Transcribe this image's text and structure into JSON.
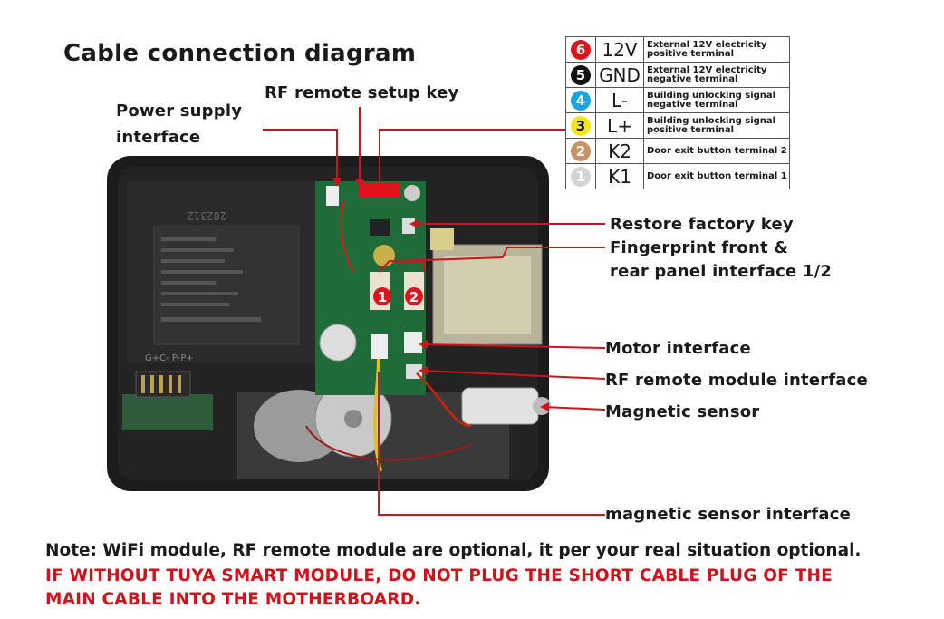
{
  "title": "Cable connection diagram",
  "callouts": {
    "power_supply_line1": "Power supply",
    "power_supply_line2": "interface",
    "rf_setup_key": "RF remote setup key",
    "restore_factory": "Restore factory key",
    "fingerprint_line1": "Fingerprint front &",
    "fingerprint_line2": "rear panel interface 1/2",
    "motor": "Motor interface",
    "rf_module": "RF remote module interface",
    "magnetic_sensor": "Magnetic sensor",
    "magnetic_sensor_interface": "magnetic sensor interface"
  },
  "terminals": [
    {
      "num": "6",
      "color": "#e0121b",
      "text_color": "#ffffff",
      "code": "12V",
      "desc1": "External 12V electricity",
      "desc2": "positive terminal"
    },
    {
      "num": "5",
      "color": "#111111",
      "text_color": "#ffffff",
      "code": "GND",
      "desc1": "External 12V electricity",
      "desc2": "negative terminal"
    },
    {
      "num": "4",
      "color": "#1aa3e0",
      "text_color": "#ffffff",
      "code": "L-",
      "desc1": "Building unlocking signal",
      "desc2": "negative terminal"
    },
    {
      "num": "3",
      "color": "#f5e51a",
      "text_color": "#111111",
      "code": "L+",
      "desc1": "Building unlocking signal",
      "desc2": "positive terminal"
    },
    {
      "num": "2",
      "color": "#c79265",
      "text_color": "#ffffff",
      "code": "K2",
      "desc1": "Door exit button terminal 2",
      "desc2": ""
    },
    {
      "num": "1",
      "color": "#d4d4d4",
      "text_color": "#ffffff",
      "code": "K1",
      "desc1": "Door exit button terminal 1",
      "desc2": ""
    }
  ],
  "board": {
    "badge1": "1",
    "badge2": "2",
    "stamp": "202312",
    "pin_label": "G+C- P-P+"
  },
  "note": "Note: WiFi module, RF remote module are optional, it per your real situation optional.",
  "warning_line1": "IF WITHOUT TUYA SMART MODULE, DO NOT PLUG THE SHORT CABLE PLUG OF THE",
  "warning_line2": "MAIN CABLE INTO THE MOTHERBOARD.",
  "colors": {
    "callout_line": "#d0121b",
    "warning": "#d0121b",
    "housing": "#1b1b1b",
    "pcb": "#1f6b3a"
  }
}
